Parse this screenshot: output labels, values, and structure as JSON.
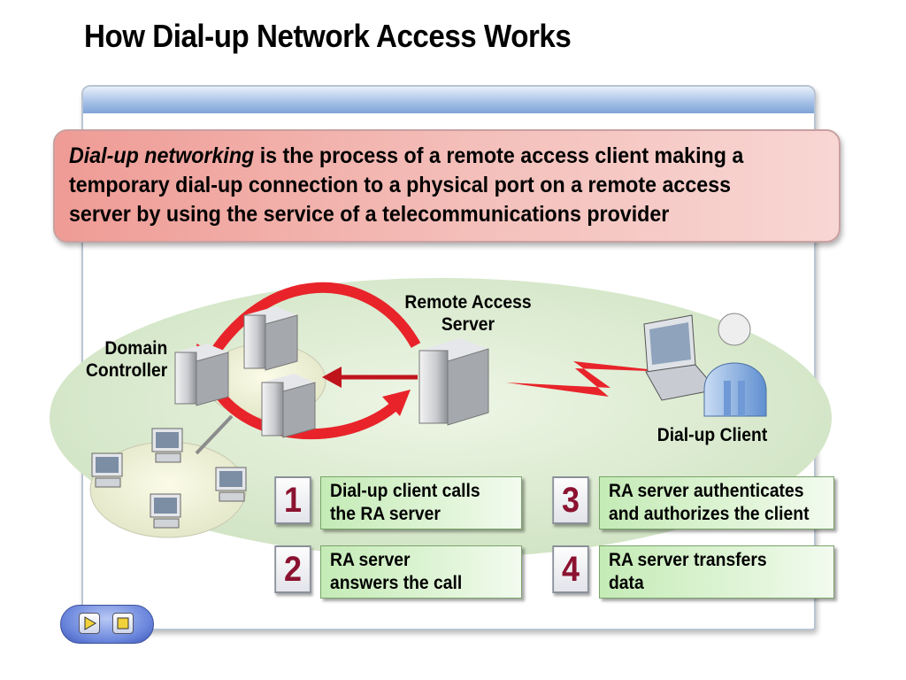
{
  "title": "How Dial-up Network Access Works",
  "definition": {
    "term": "Dial-up networking",
    "text": " is the process of a remote access client making a temporary dial-up connection to a physical port on a remote access server by using the service of a telecommunications provider"
  },
  "labels": {
    "remote_access_server": "Remote Access\nServer",
    "domain_controller": "Domain\nController",
    "dial_up_client": "Dial-up Client"
  },
  "steps": [
    {
      "number": "1",
      "text": "Dial-up client calls\nthe RA server"
    },
    {
      "number": "2",
      "text": "RA server\nanswers the call"
    },
    {
      "number": "3",
      "text": "RA server authenticates\nand authorizes the client"
    },
    {
      "number": "4",
      "text": "RA server transfers\ndata"
    }
  ],
  "colors": {
    "arrow_red": "#e8242a",
    "definition_bg": "#f4b4ae",
    "step_bg": "#d8f2cd",
    "number_color": "#8b1230"
  }
}
